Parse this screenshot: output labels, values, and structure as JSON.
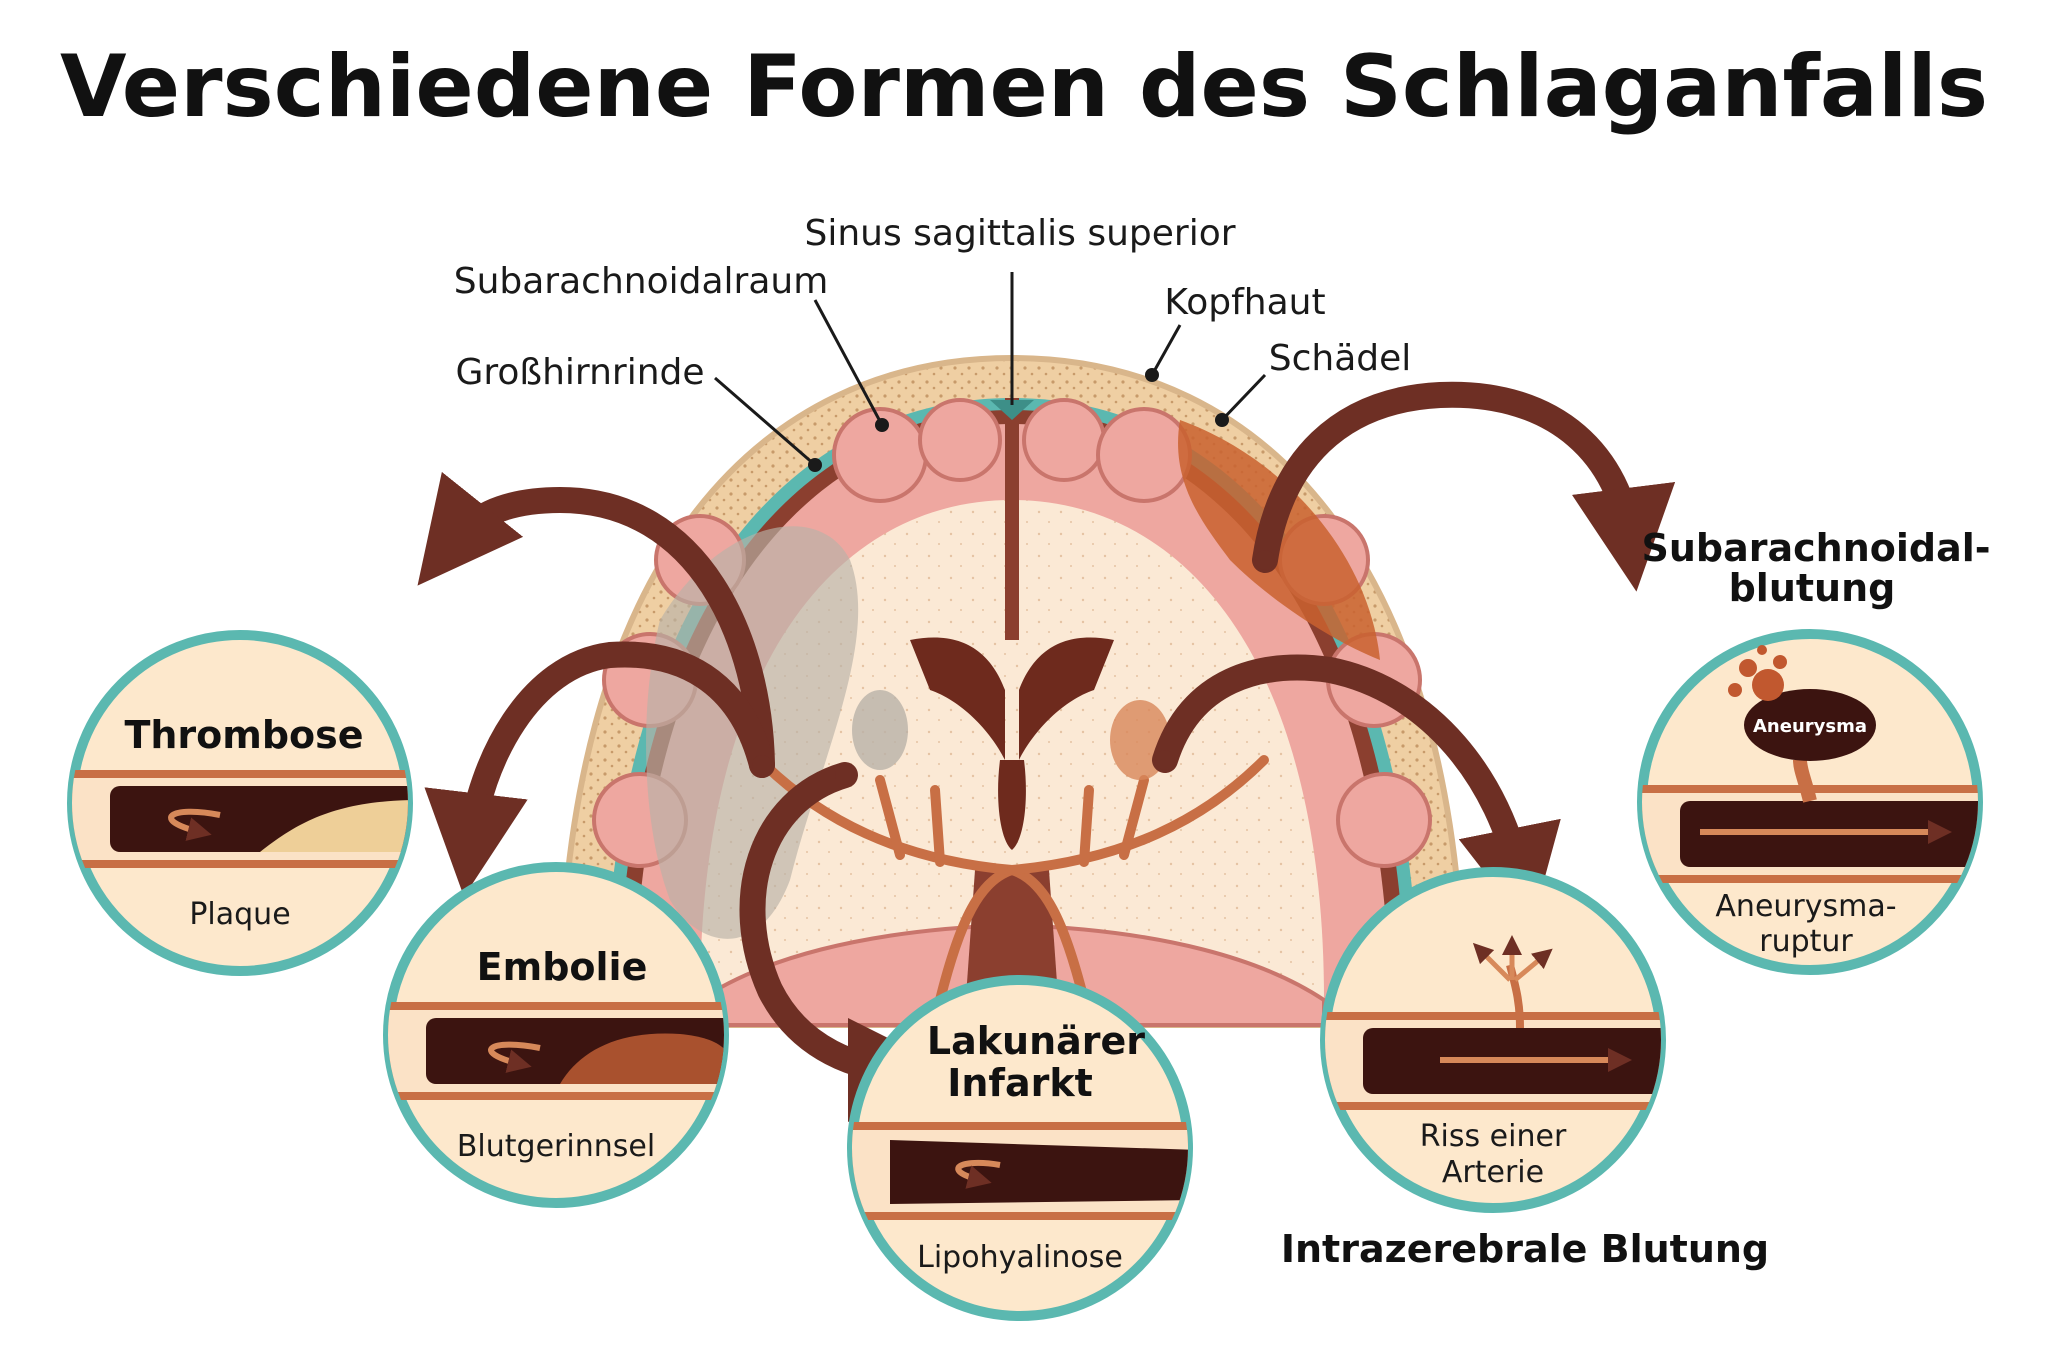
{
  "title": "Verschiedene Formen des Schlaganfalls",
  "anatomy": {
    "sinus": "Sinus sagittalis superior",
    "subarachnoidal_space": "Subarachnoidalraum",
    "scalp": "Kopfhaut",
    "cortex": "Großhirnrinde",
    "skull": "Schädel"
  },
  "types": {
    "thrombose": {
      "title": "Thrombose",
      "caption": "Plaque"
    },
    "embolie": {
      "title": "Embolie",
      "caption": "Blutgerinnsel"
    },
    "lakunaer": {
      "title_line1": "Lakunärer",
      "title_line2": "Infarkt",
      "caption": "Lipohyalinose"
    },
    "intrazerebral": {
      "caption_line1": "Riss einer",
      "caption_line2": "Arterie",
      "label": "Intrazerebrale Blutung"
    },
    "subarachnoidal": {
      "title_line1": "Subarachnoidal-",
      "title_line2": "blutung",
      "inner_label": "Aneurysma",
      "caption_line1": "Aneurysma-",
      "caption_line2": "ruptur"
    }
  },
  "colors": {
    "circle_ring": "#5bb8b0",
    "circle_fill": "#fde8cc",
    "arrow": "#6e2f24",
    "skull": "#efcfa3",
    "brain_white": "#fbe9d5",
    "cortex_pink": "#eea7a0",
    "vessel": "#c86f45",
    "blood_dark": "#3c1410"
  }
}
